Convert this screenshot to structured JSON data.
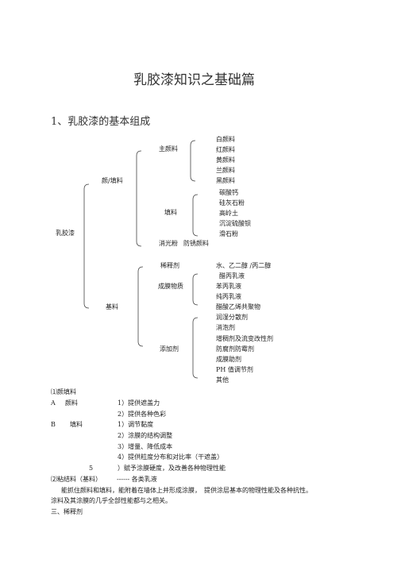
{
  "doc": {
    "title": "乳胶漆知识之基础篇",
    "section1": "1、乳胶漆的基本组成"
  },
  "tree": {
    "root": "乳胶漆",
    "pigment_filler": "颜/填料",
    "main_pigment": "主颜料",
    "main_pigment_items": [
      "白颜料",
      "红颜料",
      "黄颜料",
      "兰颜料",
      "黑颜料"
    ],
    "filler": "填料",
    "filler_items": [
      "碳酸钙",
      "硅灰石粉",
      "高岭土",
      "沉淀硫酸钡",
      "滑石粉"
    ],
    "matting": "消光粉",
    "anti_rust": "防锈颜料",
    "base": "基料",
    "diluent": "稀释剂",
    "diluent_items": [
      "水、乙二醇 /丙二醇"
    ],
    "film_former": "成膜物质",
    "film_former_items": [
      "醋丙乳液",
      "苯丙乳液",
      "纯丙乳液",
      "醋酸乙烯共聚物"
    ],
    "additive": "添加剂",
    "additive_items": [
      "润湿分散剂",
      "消泡剂",
      "增稠剂及流变改性剂",
      "防腐剂防霉剂",
      "成膜助剂",
      "PH 值调节剂",
      "其他"
    ]
  },
  "notes": {
    "n1_title": "⑴颜填料",
    "a_letter": "A",
    "a_label": "颜料",
    "a_items": [
      "1）提供遮盖力",
      "2）提供各种色彩"
    ],
    "b_letter": "B",
    "b_label": "填料",
    "b_items": [
      "1）调节黏度",
      "2）涂膜的结构调整",
      "3）增量、降低成本",
      "4）提供粒度分布和对比率（干遮盖）"
    ],
    "c_num": "5",
    "c_text": "）赋予涂膜硬度，及改善各种物理性能",
    "n2_title": "⑵粘结料（基料）",
    "n2_dash": "------ 各类乳液",
    "para_line1": "能抓住颜料和填料，能附着在墙体上并形成涂膜，　提供涂层基本的物理性能及各种抗性。",
    "para_line2": "涂料及其涂膜的几乎全部性能都与之相关。",
    "n3_title": "三、稀释剂"
  }
}
